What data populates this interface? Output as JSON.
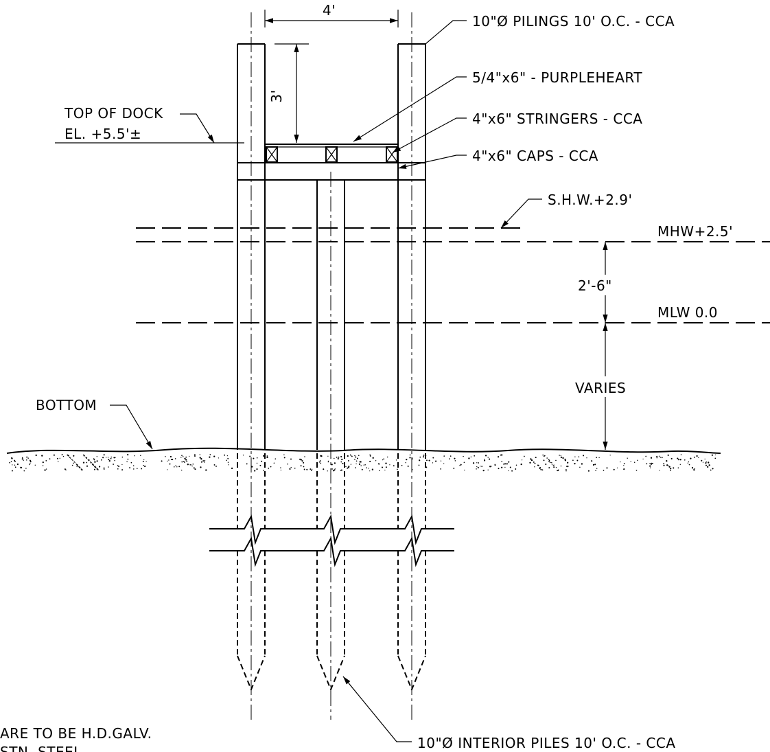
{
  "labels": {
    "pilings": "10\"Ø PILINGS 10' O.C. - CCA",
    "decking": "5/4\"x6\" - PURPLEHEART",
    "stringers": "4\"x6\" STRINGERS - CCA",
    "caps": "4\"x6\" CAPS - CCA",
    "top_of_dock": "TOP OF DOCK",
    "top_of_dock_el": "EL. +5.5'±",
    "shw": "S.H.W.+2.9'",
    "mhw": "MHW+2.5'",
    "mlw": "MLW 0.0",
    "bottom": "BOTTOM",
    "interior_piles": "10\"Ø INTERIOR PILES 10' O.C. - CCA",
    "note_line1": "ARE TO BE H.D.GALV.",
    "note_line2": "STN. STEEL"
  },
  "dimensions": {
    "width": "4'",
    "height": "3'",
    "tide_range": "2'-6\"",
    "varies": "VARIES"
  }
}
